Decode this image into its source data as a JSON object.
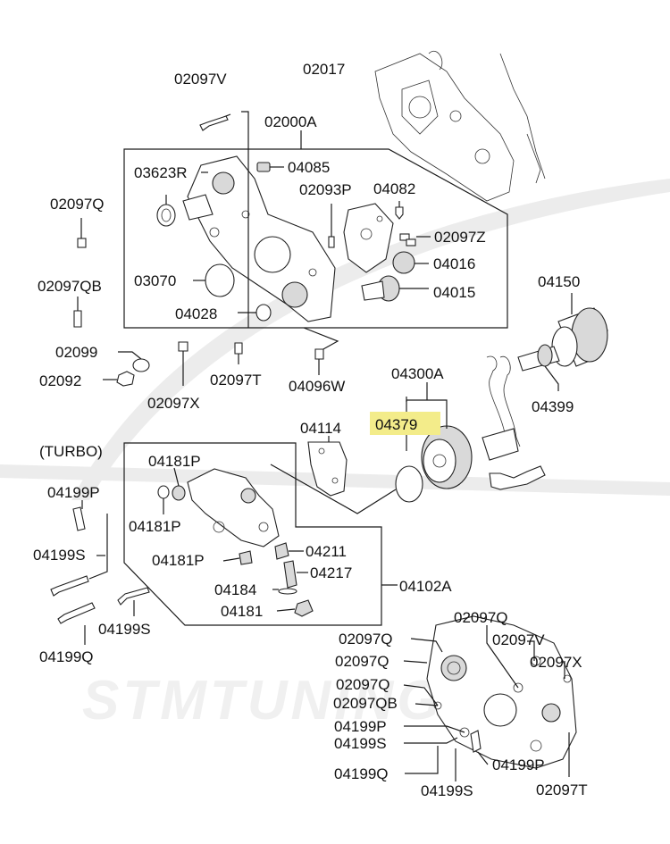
{
  "watermark": {
    "text": "STMTUNING"
  },
  "highlight": {
    "color": "#f3ec8a",
    "part_number": "04379"
  },
  "group_labels": {
    "turbo": "(TURBO)"
  },
  "labels": {
    "l_02017": "02017",
    "l_02097V_a": "02097V",
    "l_02000A": "02000A",
    "l_03623R": "03623R",
    "l_04085": "04085",
    "l_02093P": "02093P",
    "l_04082": "04082",
    "l_02097Q_a": "02097Q",
    "l_02097Z": "02097Z",
    "l_04016": "04016",
    "l_03070": "03070",
    "l_04015": "04015",
    "l_02097QB_a": "02097QB",
    "l_04028": "04028",
    "l_04150": "04150",
    "l_02099": "02099",
    "l_02092": "02092",
    "l_02097X_a": "02097X",
    "l_02097T_a": "02097T",
    "l_04096W": "04096W",
    "l_04300A": "04300A",
    "l_04399": "04399",
    "l_04114": "04114",
    "l_04181P_a": "04181P",
    "l_04199P_a": "04199P",
    "l_04181P_b": "04181P",
    "l_04199S_a": "04199S",
    "l_04181P_c": "04181P",
    "l_04211": "04211",
    "l_04217": "04217",
    "l_04184": "04184",
    "l_04102A": "04102A",
    "l_04181": "04181",
    "l_04199S_b": "04199S",
    "l_04199Q_a": "04199Q",
    "l_02097Q_b": "02097Q",
    "l_02097Q_c": "02097Q",
    "l_02097V_b": "02097V",
    "l_02097Q_d": "02097Q",
    "l_02097X_b": "02097X",
    "l_02097Q_e": "02097Q",
    "l_02097QB_b": "02097QB",
    "l_04199P_b": "04199P",
    "l_04199S_c": "04199S",
    "l_04199P_c": "04199P",
    "l_04199Q_b": "04199Q",
    "l_04199S_d": "04199S",
    "l_02097T_b": "02097T"
  }
}
